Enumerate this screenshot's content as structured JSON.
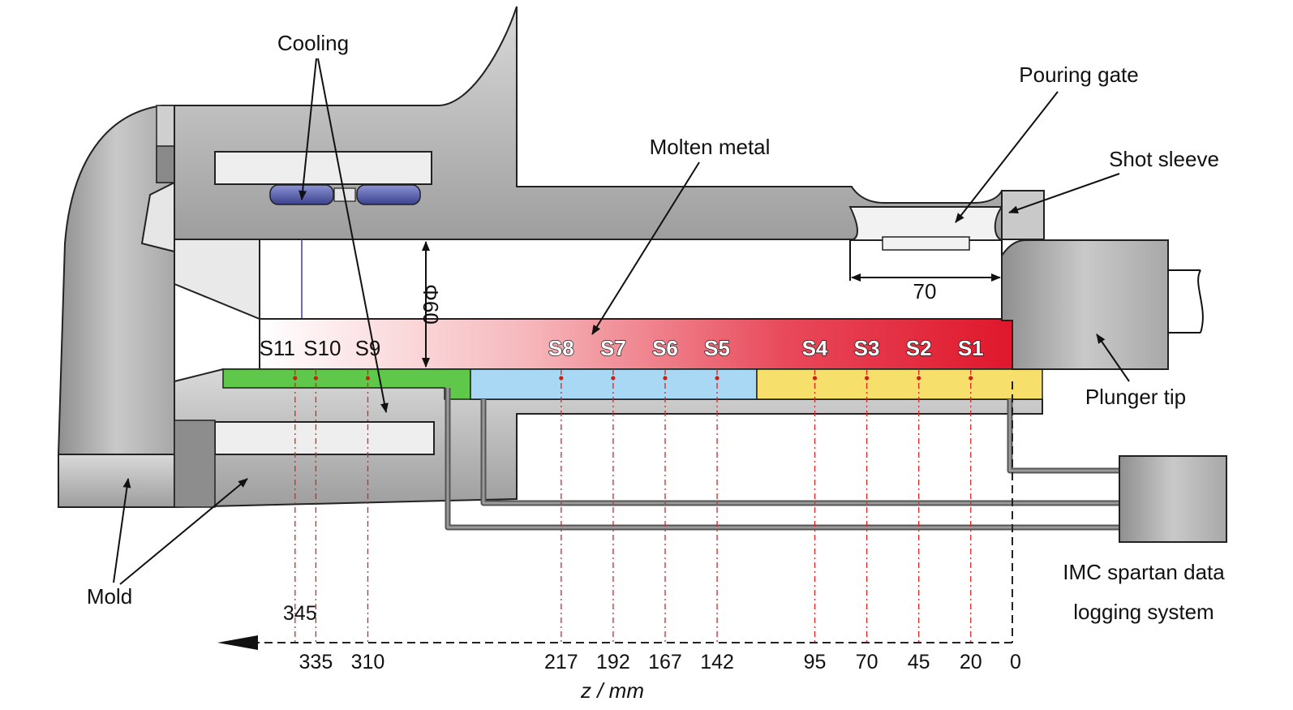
{
  "labels": {
    "cooling": "Cooling",
    "pouring_gate": "Pouring gate",
    "molten_metal": "Molten metal",
    "shot_sleeve": "Shot sleeve",
    "plunger_tip": "Plunger tip",
    "mold": "Mold",
    "logging_line1": "IMC spartan data",
    "logging_line2": "logging system",
    "diameter": "Φ60",
    "gate_width": "70"
  },
  "sensors": [
    {
      "id": "S1",
      "z": 20
    },
    {
      "id": "S2",
      "z": 45
    },
    {
      "id": "S3",
      "z": 70
    },
    {
      "id": "S4",
      "z": 95
    },
    {
      "id": "S5",
      "z": 142
    },
    {
      "id": "S6",
      "z": 167
    },
    {
      "id": "S7",
      "z": 192
    },
    {
      "id": "S8",
      "z": 217
    },
    {
      "id": "S9",
      "z": 310
    },
    {
      "id": "S10",
      "z": 335
    },
    {
      "id": "S11",
      "z": 345
    }
  ],
  "axis": {
    "label": "z / mm",
    "ticks": [
      "345",
      "335",
      "310",
      "217",
      "192",
      "167",
      "142",
      "95",
      "70",
      "45",
      "20",
      "0"
    ]
  },
  "colors": {
    "metal_gray": "#b8b8b8",
    "molten_hot": "#e0202f",
    "zone_green": "#5fc84a",
    "zone_blue": "#a9d8f5",
    "zone_yellow": "#f6df6a",
    "cooling_blue": "#5a62b0",
    "sensor_line": "#d22222"
  }
}
